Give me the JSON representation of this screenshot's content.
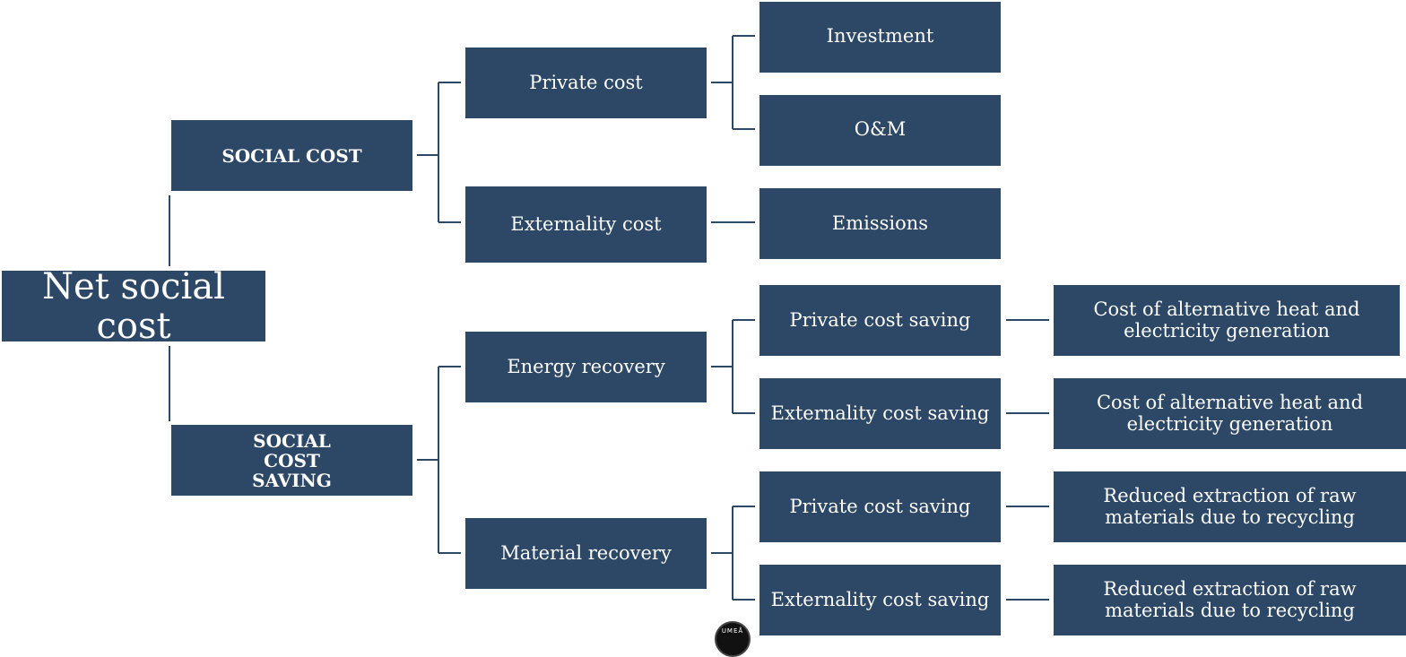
{
  "colors": {
    "box_fill": "#2c4866",
    "box_text": "#ffffff",
    "connector": "#2c4866",
    "background": "#ffffff"
  },
  "root": {
    "label": "Net social cost"
  },
  "level1": {
    "social_cost": "SOCIAL COST",
    "social_cost_saving": "SOCIAL COST SAVING"
  },
  "level2": {
    "private_cost": "Private cost",
    "externality_cost": "Externality cost",
    "energy_recovery": "Energy recovery",
    "material_recovery": "Material recovery"
  },
  "level3": {
    "investment": "Investment",
    "om": "O&M",
    "emissions": "Emissions",
    "energy_private_saving": "Private cost saving",
    "energy_externality_saving": "Externality cost saving",
    "material_private_saving": "Private cost saving",
    "material_externality_saving": "Externality cost saving"
  },
  "level4": {
    "energy_private_detail": "Cost of alternative heat and electricity generation",
    "energy_externality_detail": "Cost of alternative heat and electricity generation",
    "material_private_detail": "Reduced extraction of raw materials due to recycling",
    "material_externality_detail": "Reduced extraction of raw materials due to recycling"
  },
  "seal": {
    "text": "UMEÅ"
  }
}
